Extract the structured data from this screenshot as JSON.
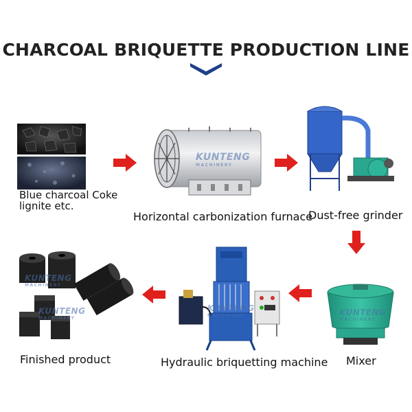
{
  "title": "CHARCOAL BRIQUETTE PRODUCTION LINE",
  "watermark": {
    "brand": "KUNTENG",
    "sub": "MACHINERY"
  },
  "steps": {
    "raw": {
      "label_line1": "Blue charcoal Coke",
      "label_line2": "lignite etc."
    },
    "furnace": {
      "label": "Horizontal carbonization furnace"
    },
    "grinder": {
      "label": "Dust-free grinder"
    },
    "mixer": {
      "label": "Mixer"
    },
    "press": {
      "label": "Hydraulic briquetting machine"
    },
    "product": {
      "label": "Finished product"
    }
  },
  "colors": {
    "arrow": "#e0201c",
    "machine_blue": "#2a5fb8",
    "title_chevron": "#1f3f8a",
    "mixer_green": "#2aa78f"
  }
}
